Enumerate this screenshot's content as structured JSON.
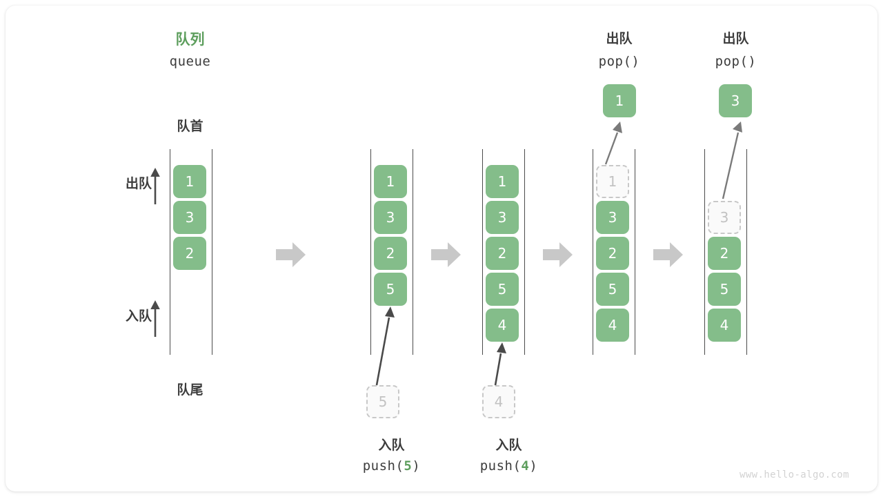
{
  "meta": {
    "watermark": "www.hello-algo.com",
    "accent_green": "#5d9e5d",
    "node_green": "#84bd8a",
    "ghost_gray": "#c2c2c2",
    "text_dark": "#3c3c3c",
    "arrow_gray": "#c8c8c8"
  },
  "title": {
    "cn": "队列",
    "en": "queue"
  },
  "labels": {
    "front": "队首",
    "rear": "队尾",
    "dequeue": "出队",
    "enqueue": "入队"
  },
  "columns": [
    {
      "id": "initial",
      "nodes": [
        {
          "value": "1",
          "ghost": false
        },
        {
          "value": "3",
          "ghost": false
        },
        {
          "value": "2",
          "ghost": false
        }
      ]
    },
    {
      "id": "after-push-5",
      "nodes": [
        {
          "value": "1",
          "ghost": false
        },
        {
          "value": "3",
          "ghost": false
        },
        {
          "value": "2",
          "ghost": false
        },
        {
          "value": "5",
          "ghost": false
        }
      ],
      "incoming": {
        "value": "5",
        "ghost": true
      },
      "caption_cn": "入队",
      "caption_code_prefix": "push(",
      "caption_code_arg": "5",
      "caption_code_suffix": ")"
    },
    {
      "id": "after-push-4",
      "nodes": [
        {
          "value": "1",
          "ghost": false
        },
        {
          "value": "3",
          "ghost": false
        },
        {
          "value": "2",
          "ghost": false
        },
        {
          "value": "5",
          "ghost": false
        },
        {
          "value": "4",
          "ghost": false
        }
      ],
      "incoming": {
        "value": "4",
        "ghost": true
      },
      "caption_cn": "入队",
      "caption_code_prefix": "push(",
      "caption_code_arg": "4",
      "caption_code_suffix": ")"
    },
    {
      "id": "after-pop-1",
      "nodes": [
        {
          "value": "1",
          "ghost": true
        },
        {
          "value": "3",
          "ghost": false
        },
        {
          "value": "2",
          "ghost": false
        },
        {
          "value": "5",
          "ghost": false
        },
        {
          "value": "4",
          "ghost": false
        }
      ],
      "outgoing": {
        "value": "1",
        "ghost": false
      },
      "caption_cn": "出队",
      "caption_code": "pop()"
    },
    {
      "id": "after-pop-3",
      "nodes": [
        {
          "value": "",
          "ghost": false,
          "empty": true
        },
        {
          "value": "3",
          "ghost": true
        },
        {
          "value": "2",
          "ghost": false
        },
        {
          "value": "5",
          "ghost": false
        },
        {
          "value": "4",
          "ghost": false
        }
      ],
      "outgoing": {
        "value": "3",
        "ghost": false
      },
      "caption_cn": "出队",
      "caption_code": "pop()"
    }
  ]
}
